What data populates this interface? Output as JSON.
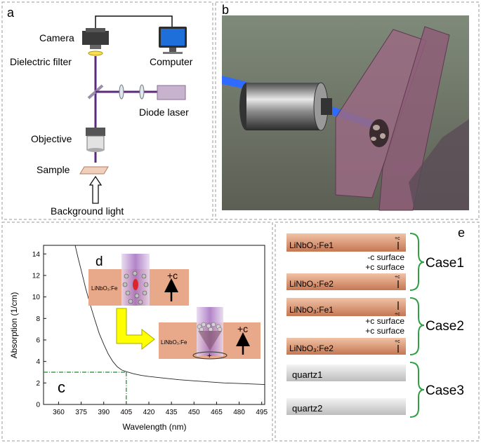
{
  "panel_labels": {
    "a": "a",
    "b": "b",
    "c": "c",
    "d": "d",
    "e": "e"
  },
  "panel_a": {
    "camera": "Camera",
    "computer": "Computer",
    "filter": "Dielectric filter",
    "laser": "Diode laser",
    "objective": "Objective",
    "sample": "Sample",
    "background": "Background light"
  },
  "panel_d": {
    "crystal_label": "LiNbO₃:Fe",
    "axis_label": "+c"
  },
  "panel_e": {
    "c_mark": "+c",
    "case1": {
      "top": "LiNbO₃:Fe1",
      "surf1": "-c surface",
      "surf2": "+c surface",
      "bottom": "LiNbO₃:Fe2",
      "name": "Case1"
    },
    "case2": {
      "top": "LiNbO₃:Fe1",
      "surf1": "+c surface",
      "surf2": "+c surface",
      "bottom": "LiNbO₃:Fe2",
      "name": "Case2"
    },
    "case3": {
      "top": "quartz1",
      "bottom": "quartz2",
      "name": "Case3"
    }
  },
  "colors": {
    "beam": "#5b2a7c",
    "laser_blue": "#2f6bff",
    "lnfe": "#e8a98a",
    "quartz": "#cfcfcf",
    "plate": "#9a6a83",
    "guide": "#2ea043",
    "marker": "#ffff00",
    "dash": "#1c8a2a"
  },
  "chart_data": {
    "type": "line",
    "xlabel": "Wavelength (nm)",
    "ylabel": "Absorption (1/cm)",
    "xlim": [
      350,
      497
    ],
    "ylim": [
      0,
      14.8
    ],
    "xticks": [
      360,
      375,
      390,
      405,
      420,
      435,
      450,
      465,
      480,
      495
    ],
    "yticks": [
      0,
      2,
      4,
      6,
      8,
      10,
      12,
      14
    ],
    "series": [
      {
        "x": [
          371,
          373,
          375,
          378,
          381,
          384,
          387,
          390,
          393,
          396,
          399,
          402,
          405,
          410,
          415,
          420,
          430,
          440,
          450,
          460,
          470,
          480,
          490,
          497
        ],
        "y": [
          14.8,
          13.6,
          12.5,
          10.8,
          9.3,
          7.9,
          6.6,
          5.6,
          4.7,
          4.0,
          3.5,
          3.2,
          3.05,
          2.85,
          2.7,
          2.6,
          2.45,
          2.3,
          2.2,
          2.1,
          2.0,
          1.95,
          1.9,
          1.85
        ]
      }
    ],
    "guide": {
      "x": 405,
      "y": 3.0
    }
  }
}
